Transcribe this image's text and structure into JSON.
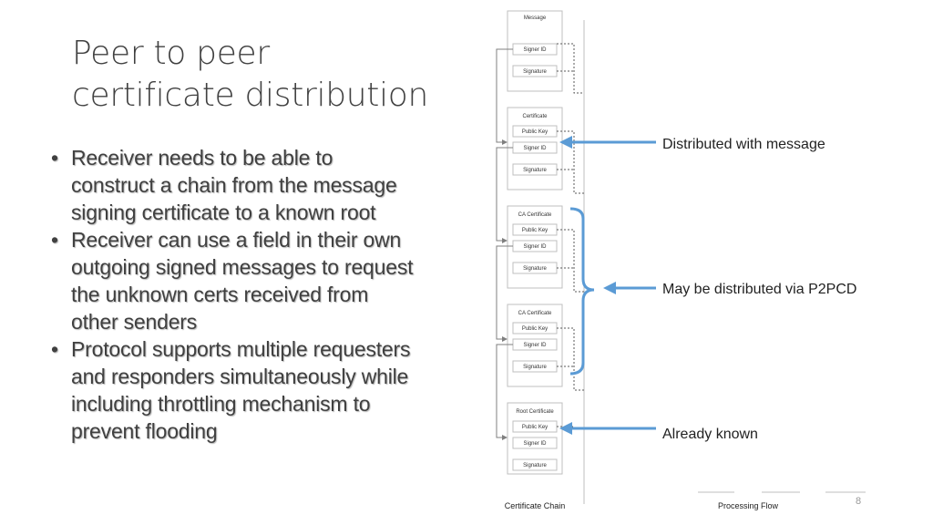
{
  "slide": {
    "title_lines": [
      "Peer to peer",
      "certificate distribution"
    ],
    "bullets": [
      {
        "lines": [
          "Receiver needs to be able to",
          "construct a chain from the message",
          "signing certificate to a known root"
        ]
      },
      {
        "lines": [
          "Receiver can use a field in their own",
          "outgoing signed messages to request",
          "the unknown certs received from",
          "other senders"
        ]
      },
      {
        "lines": [
          "Protocol supports multiple requesters",
          "and responders simultaneously while",
          "including throttling mechanism to",
          "prevent flooding"
        ]
      }
    ],
    "page_number": "8"
  },
  "diagram": {
    "blocks": [
      {
        "label": "Message",
        "fields": [
          "Signer ID",
          "Signature"
        ]
      },
      {
        "label": "Certificate",
        "fields": [
          "Public Key",
          "Signer ID",
          "Signature"
        ]
      },
      {
        "label": "CA Certificate",
        "fields": [
          "Public Key",
          "Signer ID",
          "Signature"
        ]
      },
      {
        "label": "CA Certificate",
        "fields": [
          "Public Key",
          "Signer ID",
          "Signature"
        ]
      },
      {
        "label": "Root Certificate",
        "fields": [
          "Public Key",
          "Signer ID",
          "Signature"
        ]
      }
    ],
    "annotations": {
      "distributed": "Distributed with message",
      "p2pcd": "May be distributed via P2PCD",
      "known": "Already known"
    },
    "footer": {
      "chain": "Certificate Chain",
      "flow": "Processing Flow"
    },
    "accent_color": "#5b9bd5",
    "line_color": "#7f7f7f"
  }
}
